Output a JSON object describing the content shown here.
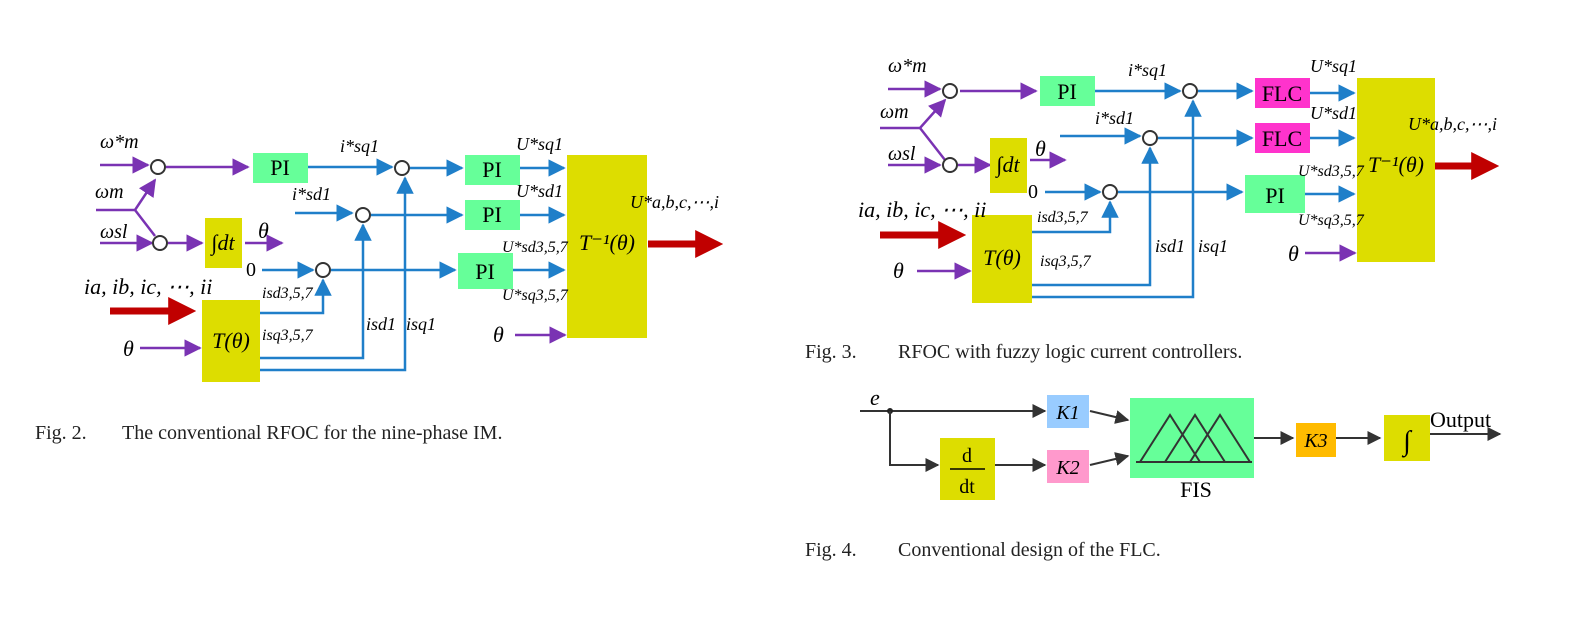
{
  "fig2": {
    "caption_num": "Fig. 2.",
    "caption_text": "The conventional RFOC for the nine-phase IM.",
    "pi_label": "PI",
    "integrator": "∫dt",
    "theta": "θ",
    "transform": "T(θ)",
    "inverse_transform": "T⁻¹(θ)",
    "zero": "0",
    "omega_m_ref": "ω*m",
    "omega_m": "ωm",
    "omega_sl": "ωsl",
    "currents_in": "ia, ib, ic, ⋯, ii",
    "i_sq1_ref": "i*sq1",
    "i_sd1_ref": "i*sd1",
    "i_sd357": "isd3,5,7",
    "i_sq357": "isq3,5,7",
    "i_sd1": "isd1",
    "i_sq1": "isq1",
    "u_sq1": "U*sq1",
    "u_sd1": "U*sd1",
    "u_sd357": "U*sd3,5,7",
    "u_sq357": "U*sq3,5,7",
    "u_out": "U*a,b,c,⋯,i"
  },
  "fig3": {
    "caption_num": "Fig. 3.",
    "caption_text": "RFOC with fuzzy logic current controllers.",
    "pi_label": "PI",
    "flc_label": "FLC"
  },
  "fig4": {
    "caption_num": "Fig. 4.",
    "caption_text": "Conventional design of the FLC.",
    "e": "e",
    "k1": "K1",
    "k2": "K2",
    "k3": "K3",
    "deriv_num": "d",
    "deriv_den": "dt",
    "fis": "FIS",
    "integral": "∫",
    "output": "Output"
  },
  "colors": {
    "pi_green": "#66ff99",
    "yellow": "#dddd00",
    "flc_magenta": "#ff33cc",
    "fis_green": "#66ff99",
    "k1_blue": "#99ccff",
    "k2_pink": "#ff99cc",
    "k3_orange": "#ffbb00",
    "purple": "#7a33b3",
    "blue": "#1f7fc9",
    "red": "#c00000"
  }
}
